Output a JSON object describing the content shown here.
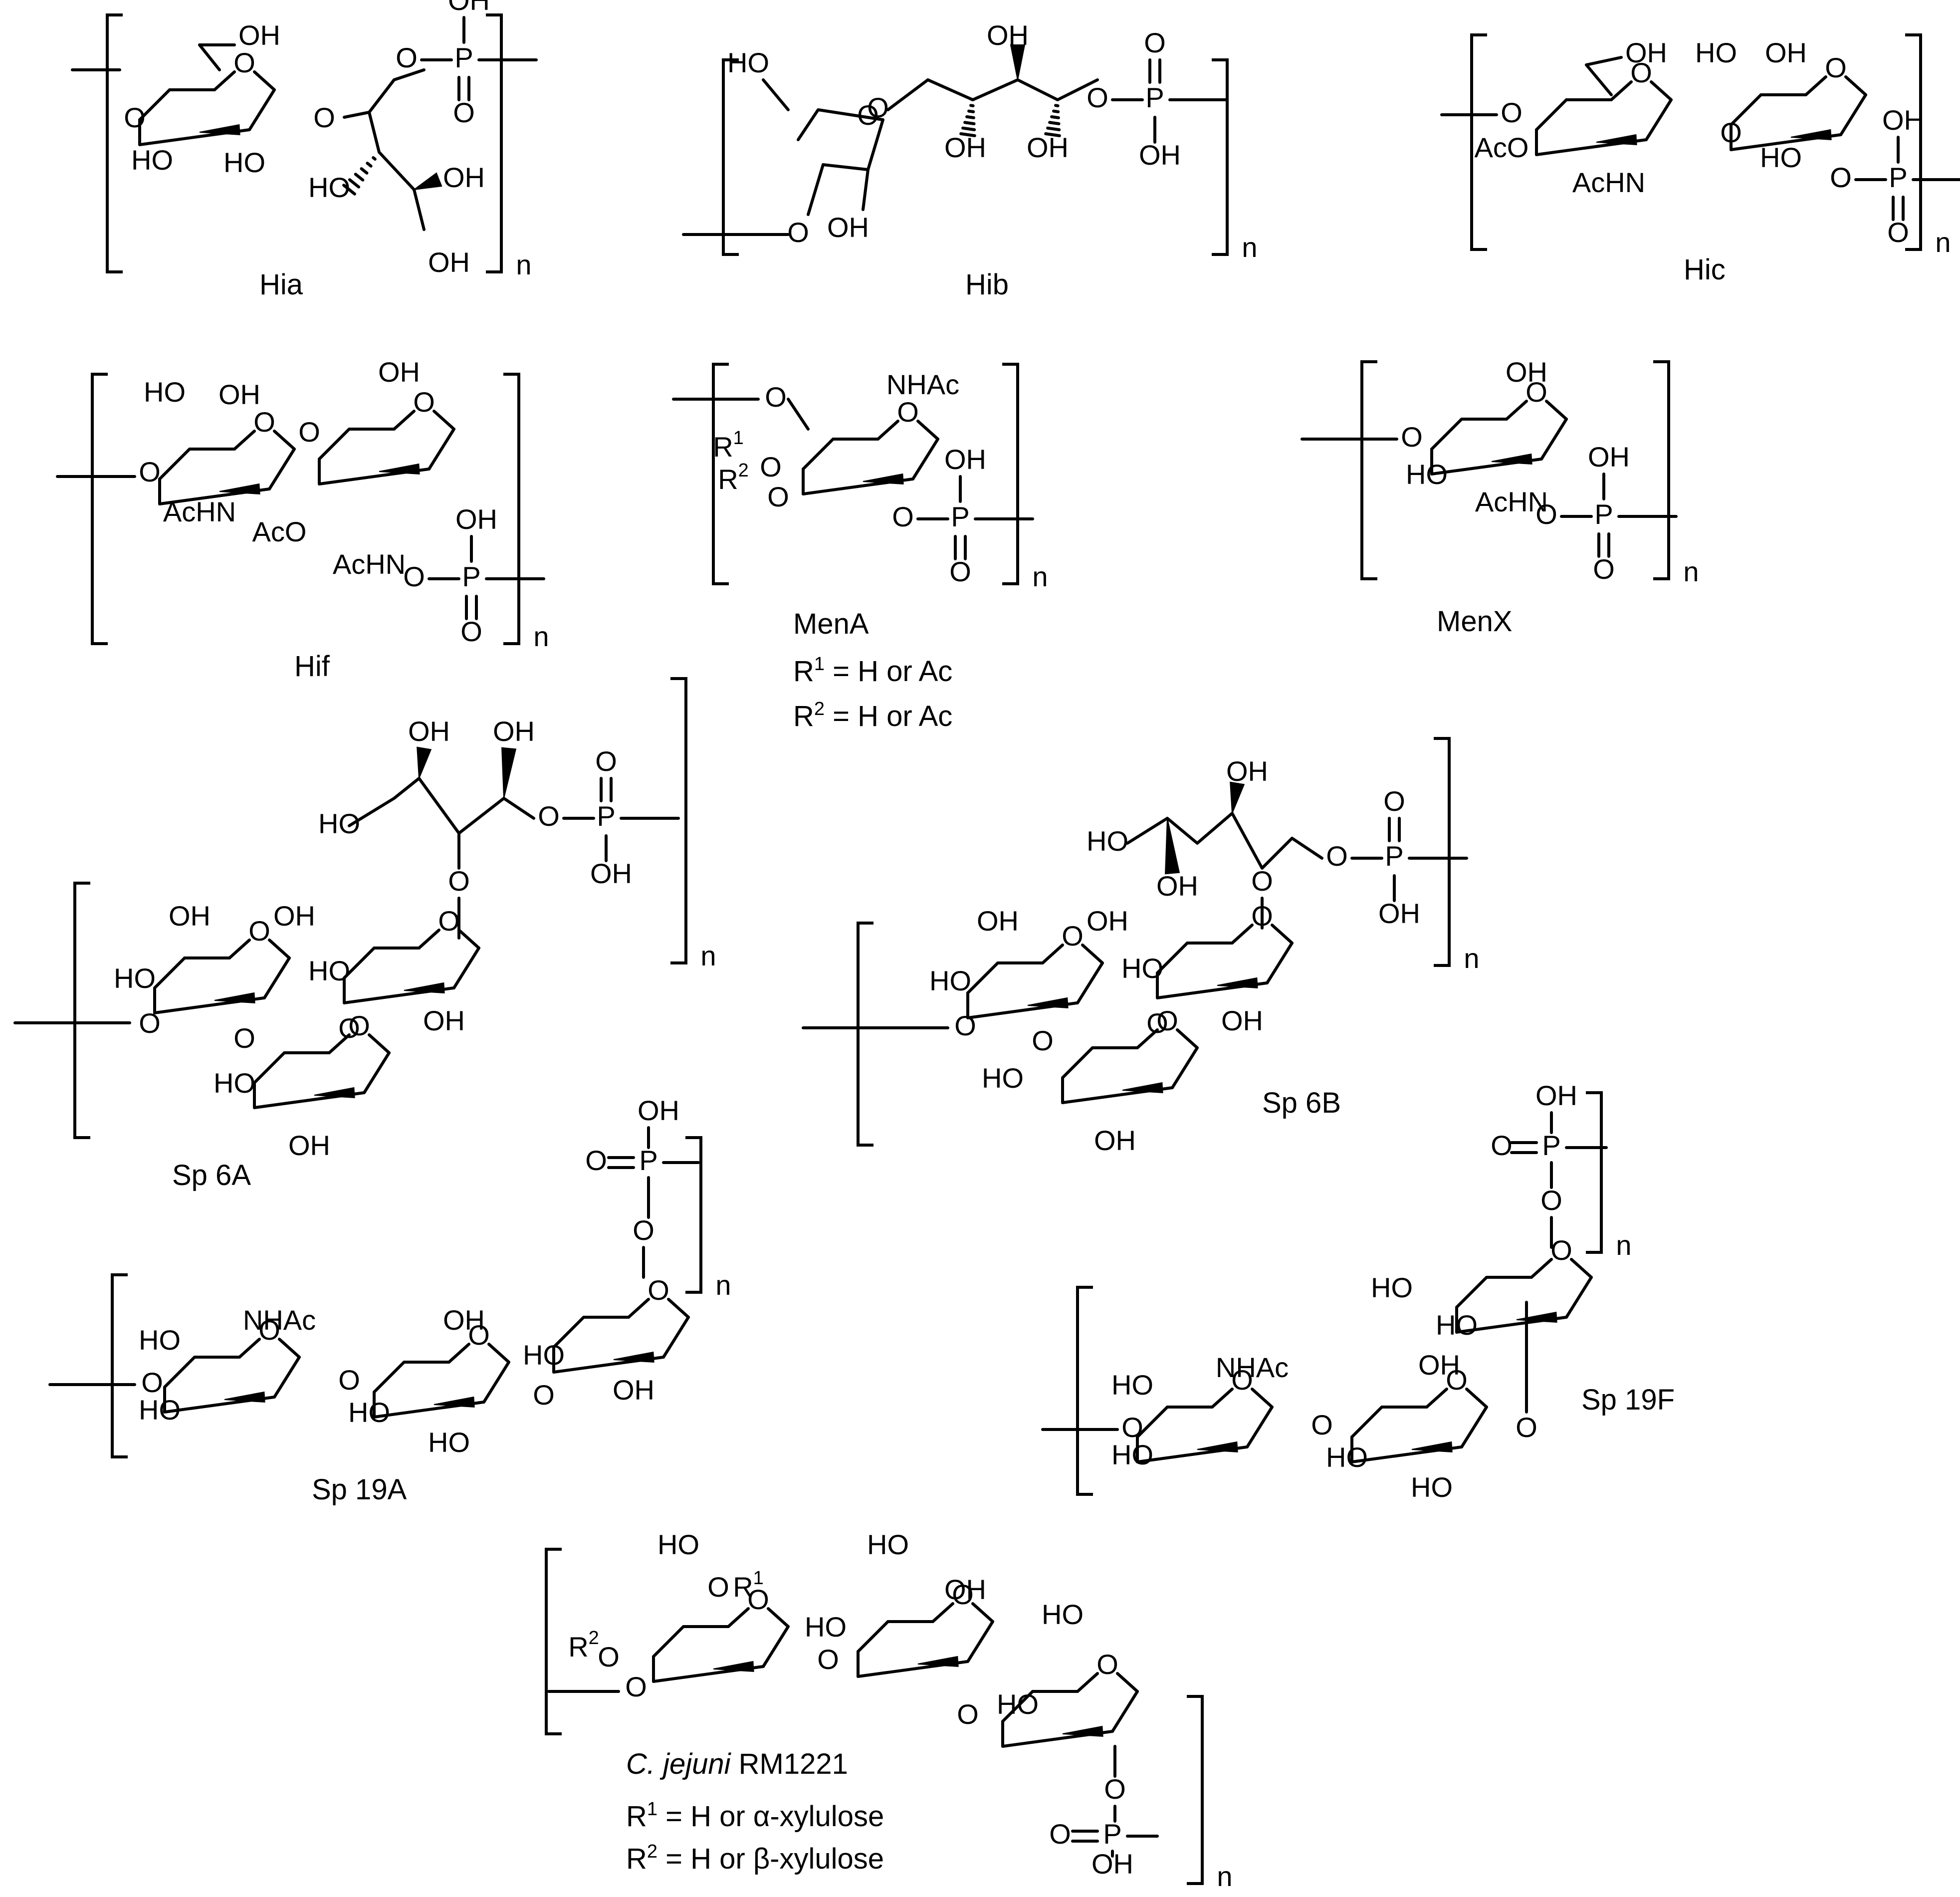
{
  "atoms": {
    "OH": "OH",
    "HO": "HO",
    "O": "O",
    "P": "P",
    "AcO": "AcO",
    "AcHN": "AcHN",
    "NHAc": "NHAc",
    "R": "R",
    "one": "1",
    "two": "2",
    "n": "n"
  },
  "labels": {
    "hia": "Hia",
    "hib": "Hib",
    "hic": "Hic",
    "hif": "Hif",
    "mena": "MenA",
    "menx": "MenX",
    "sp6a": "Sp 6A",
    "sp6b": "Sp 6B",
    "sp19a": "Sp 19A",
    "sp19f": "Sp 19F",
    "cjejuni_species": "C. jejuni",
    "cjejuni_strain": "RM1221"
  },
  "notes": {
    "mena_r1_rest": " = H or Ac",
    "mena_r2_rest": " = H or Ac",
    "cj_r1_rest": " = H or α-xylulose",
    "cj_r2_rest": " = H or β-xylulose"
  }
}
